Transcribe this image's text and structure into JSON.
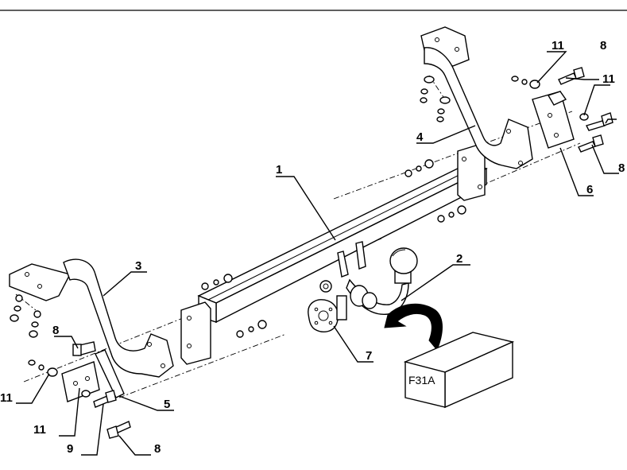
{
  "callouts": {
    "c1": "1",
    "c2": "2",
    "c3": "3",
    "c4": "4",
    "c5": "5",
    "c6": "6",
    "c7": "7",
    "c8_top": "8",
    "c8_right": "8",
    "c8_left": "8",
    "c8_bottom": "8",
    "c9": "9",
    "c11_top": "11",
    "c11_right": "11",
    "c11_left": "11",
    "c11_bottom": "11"
  },
  "box_label": "F31A"
}
